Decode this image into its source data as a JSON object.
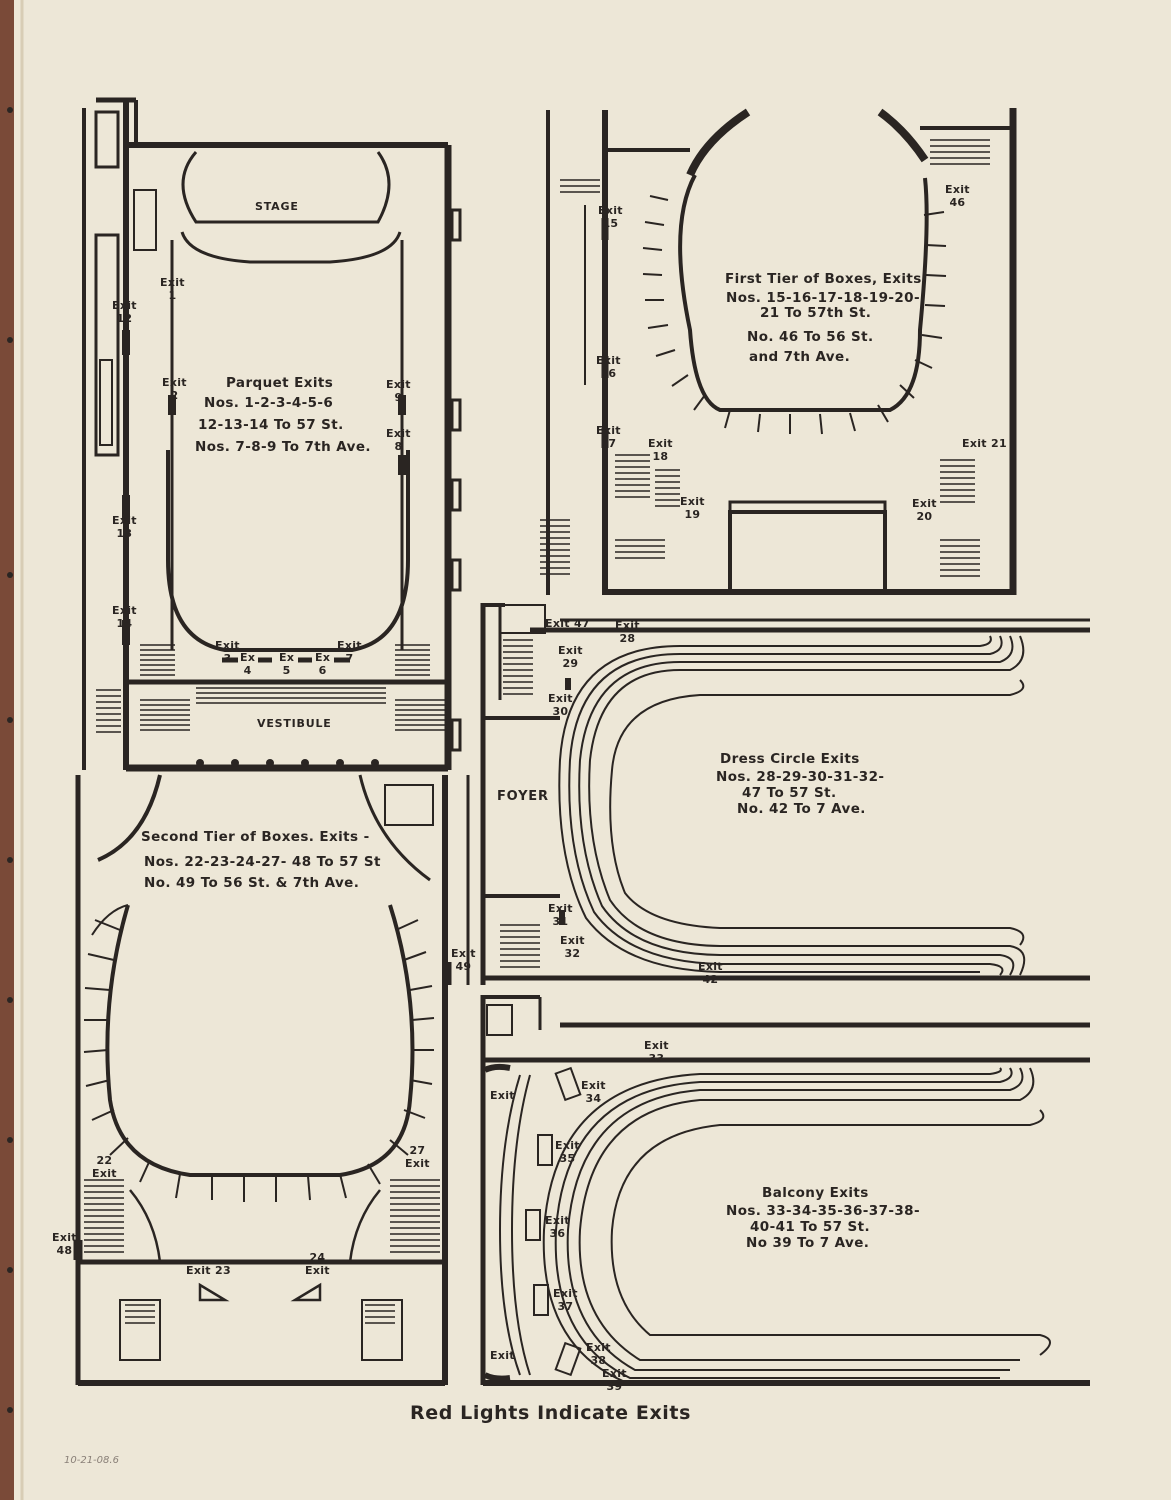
{
  "caption": "Red Lights Indicate Exits",
  "archive_note": "10-21-08.6",
  "colors": {
    "paper": "#ede7d7",
    "ink": "#2a2522",
    "edge": "#7a4a38"
  },
  "panels": {
    "parquet": {
      "title": "Parquet Exits",
      "lines": [
        "Nos. 1-2-3-4-5-6",
        "12-13-14 To 57 St.",
        "Nos. 7-8-9 To 7th Ave."
      ],
      "rooms": {
        "stage": "STAGE",
        "vestibule": "VESTIBULE"
      },
      "exits": [
        {
          "label": "Exit",
          "num": "1"
        },
        {
          "label": "Exit",
          "num": "2"
        },
        {
          "label": "Exit",
          "num": "3"
        },
        {
          "label": "Ex",
          "num": "4"
        },
        {
          "label": "Ex",
          "num": "5"
        },
        {
          "label": "Ex",
          "num": "6"
        },
        {
          "label": "Exit",
          "num": "7"
        },
        {
          "label": "Exit",
          "num": "8"
        },
        {
          "label": "Exit",
          "num": "9"
        },
        {
          "label": "Exit",
          "num": "12"
        },
        {
          "label": "Exit",
          "num": "13"
        },
        {
          "label": "Exit",
          "num": "14"
        }
      ]
    },
    "first_tier": {
      "title": "First Tier of Boxes, Exits",
      "lines": [
        "Nos. 15-16-17-18-19-20-",
        "21 To 57th St.",
        "No. 46 To 56 St.",
        "and 7th Ave."
      ],
      "exits": [
        {
          "label": "Exit",
          "num": "15"
        },
        {
          "label": "Exit",
          "num": "16"
        },
        {
          "label": "Exit",
          "num": "17"
        },
        {
          "label": "Exit",
          "num": "18"
        },
        {
          "label": "Exit",
          "num": "19"
        },
        {
          "label": "Exit",
          "num": "20"
        },
        {
          "label": "Exit",
          "num": "21"
        },
        {
          "label": "Exit",
          "num": "46"
        }
      ]
    },
    "second_tier": {
      "title": "Second Tier of Boxes. Exits -",
      "lines": [
        "Nos. 22-23-24-27- 48 To 57 St",
        "No. 49 To 56 St. & 7th Ave."
      ],
      "exits": [
        {
          "label": "Exit",
          "num": "22"
        },
        {
          "label": "Exit",
          "num": "23"
        },
        {
          "label": "Exit",
          "num": "24"
        },
        {
          "label": "Exit",
          "num": "27"
        },
        {
          "label": "Exit",
          "num": "48"
        },
        {
          "label": "Exit",
          "num": "49"
        }
      ]
    },
    "dress_circle": {
      "title": "Dress Circle Exits",
      "lines": [
        "Nos. 28-29-30-31-32-",
        "47 To 57 St.",
        "No. 42 To 7 Ave."
      ],
      "rooms": {
        "foyer": "FOYER"
      },
      "exits": [
        {
          "label": "Exit",
          "num": "47"
        },
        {
          "label": "Exit",
          "num": "28"
        },
        {
          "label": "Exit",
          "num": "29"
        },
        {
          "label": "Exit",
          "num": "30"
        },
        {
          "label": "Exit",
          "num": "31"
        },
        {
          "label": "Exit",
          "num": "32"
        },
        {
          "label": "Exit",
          "num": "42"
        }
      ]
    },
    "balcony": {
      "title": "Balcony Exits",
      "lines": [
        "Nos. 33-34-35-36-37-38-",
        "40-41 To 57 St.",
        "No 39 To 7 Ave."
      ],
      "exits": [
        {
          "label": "Exit",
          "num": "33"
        },
        {
          "label": "Exit",
          "num": "34"
        },
        {
          "label": "Exit",
          "num": "35"
        },
        {
          "label": "Exit",
          "num": "36"
        },
        {
          "label": "Exit",
          "num": "37"
        },
        {
          "label": "Exit",
          "num": "38"
        },
        {
          "label": "Exit",
          "num": "39"
        },
        {
          "label": "Exit",
          "num": ""
        },
        {
          "label": "Exit",
          "num": ""
        }
      ]
    }
  }
}
